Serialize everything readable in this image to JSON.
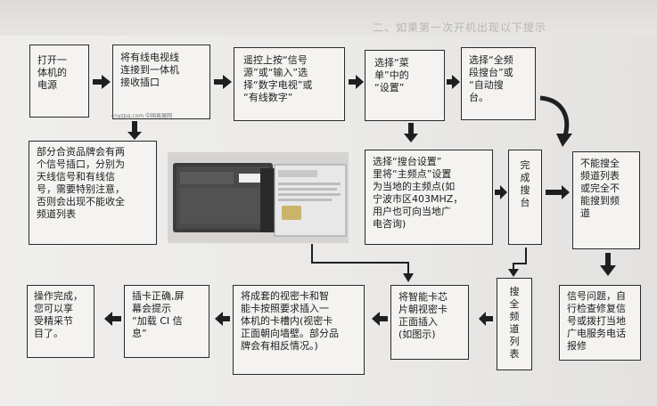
{
  "header_ghost": "二、如果第一次开机出现以下提示",
  "watermark": "cnyzpg.com 中国易展网",
  "boxes": {
    "b1": "打开一\n体机的\n电源",
    "b2": "将有线电视线\n连接到一体机\n接收插口",
    "b3": "遥控上按“信号\n源”或“输入”选\n择“数字电视”或\n“有线数字”",
    "b4": "选择“菜\n单”中的\n“设置”",
    "b5": "选择“全频\n段搜台”或\n“自动搜\n台。",
    "b6": "部分合资品牌会有两\n个信号插口，分别为\n天线信号和有线信\n号，需要特别注意，\n否则会出现不能收全\n频道列表",
    "b7": "选择“搜台设置”\n里将“主频点”设置\n为当地的主频点(如\n宁波市区403MHZ，\n用户也可向当地广\n电咨询)",
    "b8": "完\n成\n搜\n台",
    "b9": "不能搜全\n频道列表\n或完全不\n能搜到频\n道",
    "b10": "操作完成，\n您可以享\n受精采节\n目了。",
    "b11": "插卡正确,屏\n幕会提示\n“加载 CI 信\n息”",
    "b12": "将成套的视密卡和智\n能卡按照要求插入一\n体机的卡槽内(视密卡\n正面朝向墙壁。部分品\n牌会有相反情况。)",
    "b13": "将智能卡芯\n片朝视密卡\n正面插入\n(如图示)",
    "b14": "搜\n全\n频\n道\n列\n表",
    "b15": "信号问题，自\n行检查修复信\n号或拨打当地\n广电服务电话\n报修"
  },
  "colors": {
    "border": "#2a2a2a",
    "arrow": "#1f1f1f",
    "box_bg": "#f4f3f1"
  }
}
